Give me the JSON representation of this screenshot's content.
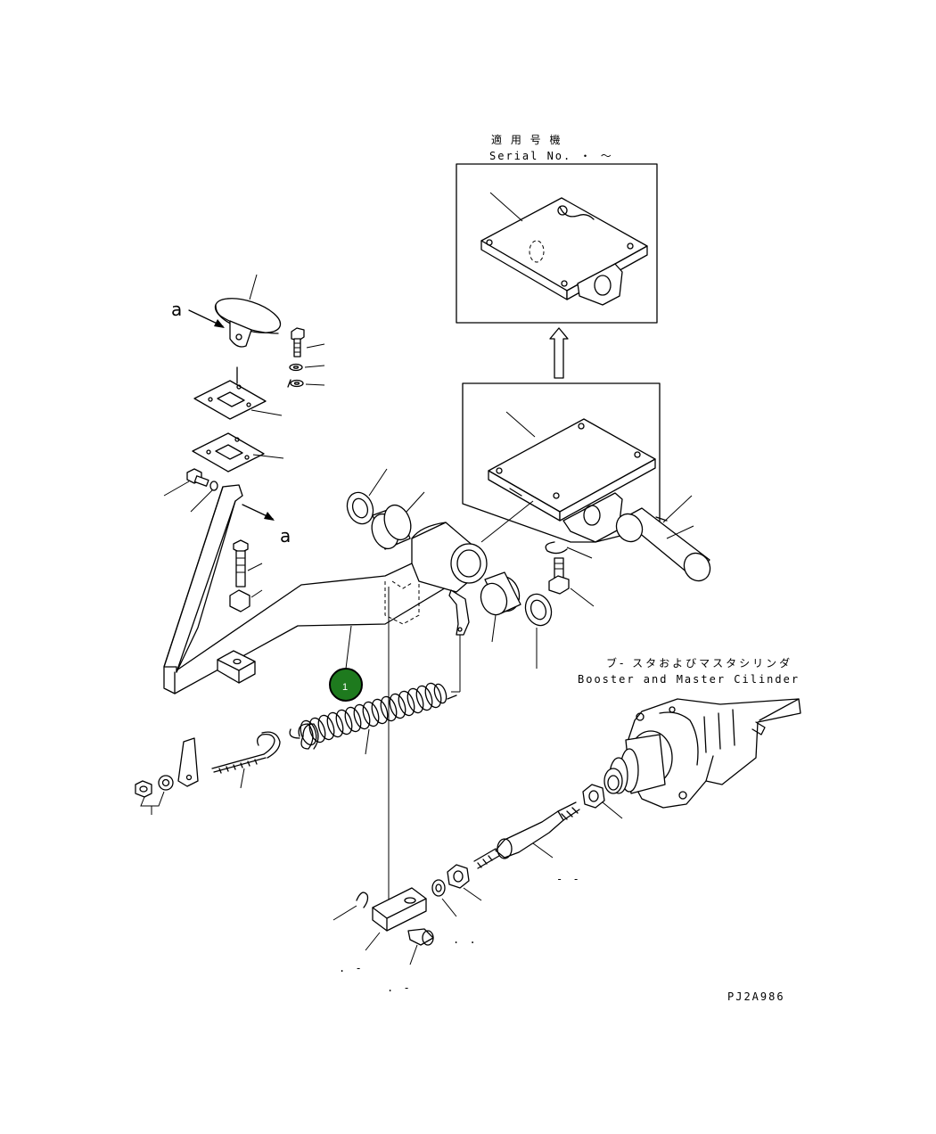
{
  "serial_label": {
    "jp": "適 用 号 機",
    "en": "Serial No.  ・ ～"
  },
  "detail_ref": {
    "top": "a",
    "side": "a"
  },
  "booster_label": {
    "jp": "ブ- スタおよびマスタシリンダ",
    "en": "Booster and Master Cilinder"
  },
  "callout": {
    "number": "1",
    "color": "#1e7a1e"
  },
  "drawing_code": "PJ2A986",
  "small_marks": {
    "rod_mark": "- -",
    "washer_mark": ". .",
    "clevis_mark1": ". -",
    "clevis_mark2": ". -"
  }
}
